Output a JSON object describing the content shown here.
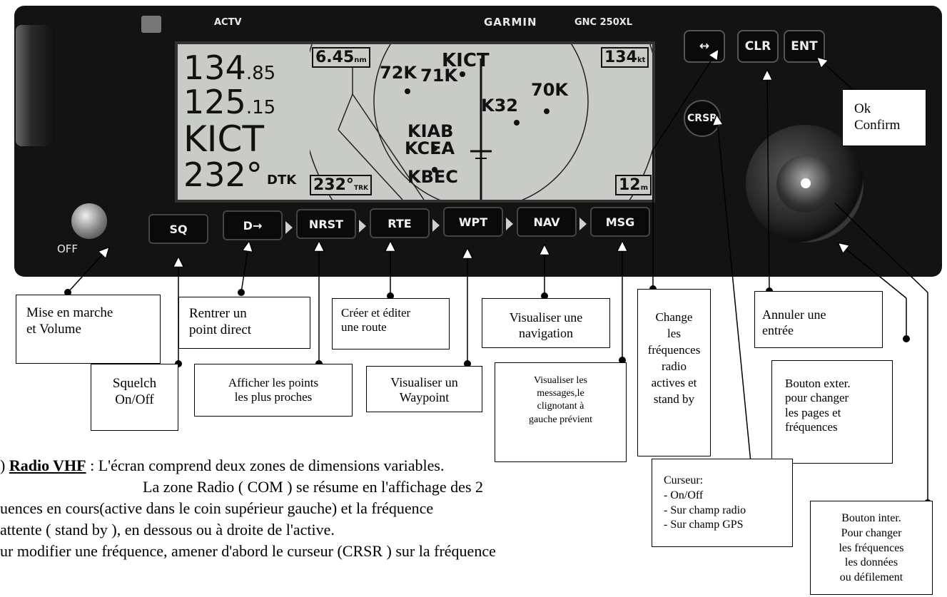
{
  "device": {
    "actv_label": "ACTV",
    "brand": "GARMIN",
    "model": "GNC 250XL",
    "off_label": "OFF",
    "screen": {
      "freq_active": "134",
      "freq_active_dec": ".85",
      "freq_standby": "125",
      "freq_standby_dec": ".15",
      "waypoint": "KICT",
      "course": "232°",
      "dtk_label": "DTK",
      "dist_box": "6.45",
      "dist_unit": "nm",
      "speed_box": "134",
      "speed_unit": "kt",
      "trk_box": "232°",
      "trk_unit": "TRK",
      "ete_box": "12",
      "ete_unit": "m",
      "map_labels": [
        "KICT",
        "72K",
        "71K",
        "70K",
        "K32",
        "KIAB",
        "KCEA",
        "KBEC"
      ]
    },
    "softkeys": [
      "SQ",
      "D→",
      "NRST",
      "RTE",
      "WPT",
      "NAV",
      "MSG"
    ],
    "topkeys": [
      "↔",
      "CLR",
      "ENT"
    ],
    "crsr_key": "CRSR"
  },
  "callouts": {
    "ok": "Ok\nConfirm",
    "mise_en_marche": "Mise en marche\net Volume",
    "rentrer_point": "Rentrer un\npoint direct",
    "creer_route": "Créer et éditer\nune route",
    "visualiser_navigation": "Visualiser une\nnavigation",
    "change_frequences": "Change\nles\nfréquences\nradio\nactives et\nstand by",
    "annuler": "Annuler une\nentrée",
    "squelch": "Squelch\nOn/Off",
    "afficher_points": "Afficher les points\nles plus proches",
    "visualiser_waypoint": "Visualiser un\nWaypoint",
    "visualiser_messages": "Visualiser les\nmessages,le\nclignotant à\ngauche prévient",
    "bouton_exter": "Bouton exter.\npour changer\nles pages et\nfréquences",
    "curseur": "Curseur:\n- On/Off\n- Sur champ radio\n- Sur champ GPS",
    "bouton_inter": "Bouton inter.\nPour changer\nles fréquences\nles données\nou défilement"
  },
  "paragraph": {
    "prefix": ") ",
    "heading": "Radio VHF",
    "line1_rest": " : L'écran comprend deux zones de dimensions variables.",
    "line2": "La zone Radio ( COM ) se résume en l'affichage des 2",
    "line3": "uences en cours(active dans le coin supérieur gauche) et la fréquence",
    "line4": "attente ( stand by ), en dessous ou à droite de l'active.",
    "line5": "ur modifier une fréquence, amener d'abord le curseur (CRSR ) sur la fréquence"
  },
  "colors": {
    "bezel": "#131313",
    "lcd": "#c9cbc6",
    "key": "#0a0a0a",
    "key_arrow": "#cfcfcf"
  }
}
